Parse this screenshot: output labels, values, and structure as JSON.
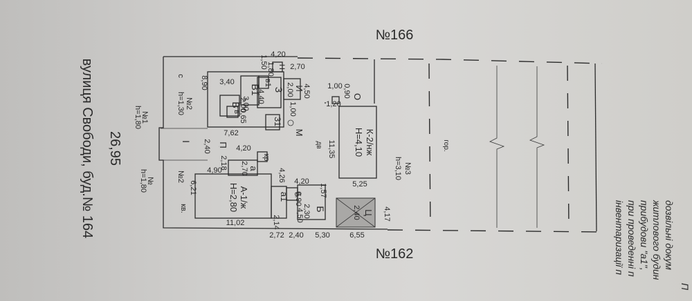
{
  "street": {
    "number": "26,95",
    "address": "вулиця Свободи, буд.№ 164"
  },
  "neighbors": {
    "top": "№166",
    "bottom": "№162"
  },
  "buildings": {
    "A": {
      "label": "А-1/ж",
      "height": "Н=2,80"
    },
    "K": {
      "label": "К-2/нж",
      "height": "Н=4,10"
    },
    "B": {
      "label": "Б"
    },
    "V": {
      "label": "В"
    },
    "V1": {
      "label": "В1"
    },
    "v": {
      "label": "в"
    },
    "v1": {
      "label": "в1"
    },
    "a": {
      "label": "а"
    },
    "a1": {
      "label": "а1"
    },
    "b": {
      "label": "б"
    },
    "Z": {
      "label": "З"
    },
    "I": {
      "label": "І"
    },
    "M": {
      "label": "М"
    },
    "P": {
      "label": "П"
    },
    "Ii": {
      "label": "И"
    },
    "D": {
      "label": "Д"
    },
    "O": {
      "label": "О"
    },
    "Ts": {
      "label": "Ц"
    },
    "Z1": {
      "label": "З1"
    },
    "N": {
      "label": "Н"
    },
    "gor": {
      "label": "гор."
    },
    "dv": {
      "label": "дв"
    },
    "kv": {
      "label": "кв."
    },
    "kr": {
      "label": "кр"
    },
    "lit_s": {
      "label": "с"
    }
  },
  "fences": {
    "n1": "№1",
    "n1h": "h=1,80",
    "n2": "№2",
    "n2h": "h=1,30",
    "n2b": "№2",
    "n6": "№",
    "n6h": "h=1,80",
    "n3": "№3",
    "n3h": "h=3,10"
  },
  "dims": {
    "d420a": "4,20",
    "d270a": "2,70",
    "d150": "1,50",
    "d180": "1,80",
    "d890": "8,90",
    "d340": "3,40",
    "d300": "3,00",
    "d440": "4,40",
    "d450": "4,50",
    "d200a": "2,00",
    "d200b": "2,00",
    "d065": "0,65",
    "d100a": "1,00",
    "d100b": "1,00",
    "d090": "0,90",
    "d120": "1,20",
    "d762": "7,62",
    "d240a": "2,40",
    "d420b": "4,20",
    "d218": "2,18",
    "d270b": "2,70",
    "d490": "4,90",
    "d426": "4,26",
    "d621": "6,21",
    "d420c": "4,20",
    "d157": "1,57",
    "d525": "5,25",
    "d1135": "11,35",
    "d090b": "0,90",
    "d230": "2,30",
    "d240b": "2,40",
    "d417": "4,17",
    "d1102": "11,02",
    "d450b": "4,50",
    "d214": "2,14",
    "d272": "2,72",
    "d240c": "2,40",
    "d530": "5,30",
    "d655": "6,55"
  },
  "side_text": [
    "П",
    "дозвільні докум",
    "житлового будин",
    "прибудови \"а1\",",
    "при проведенні п",
    "інвентаризації п"
  ]
}
